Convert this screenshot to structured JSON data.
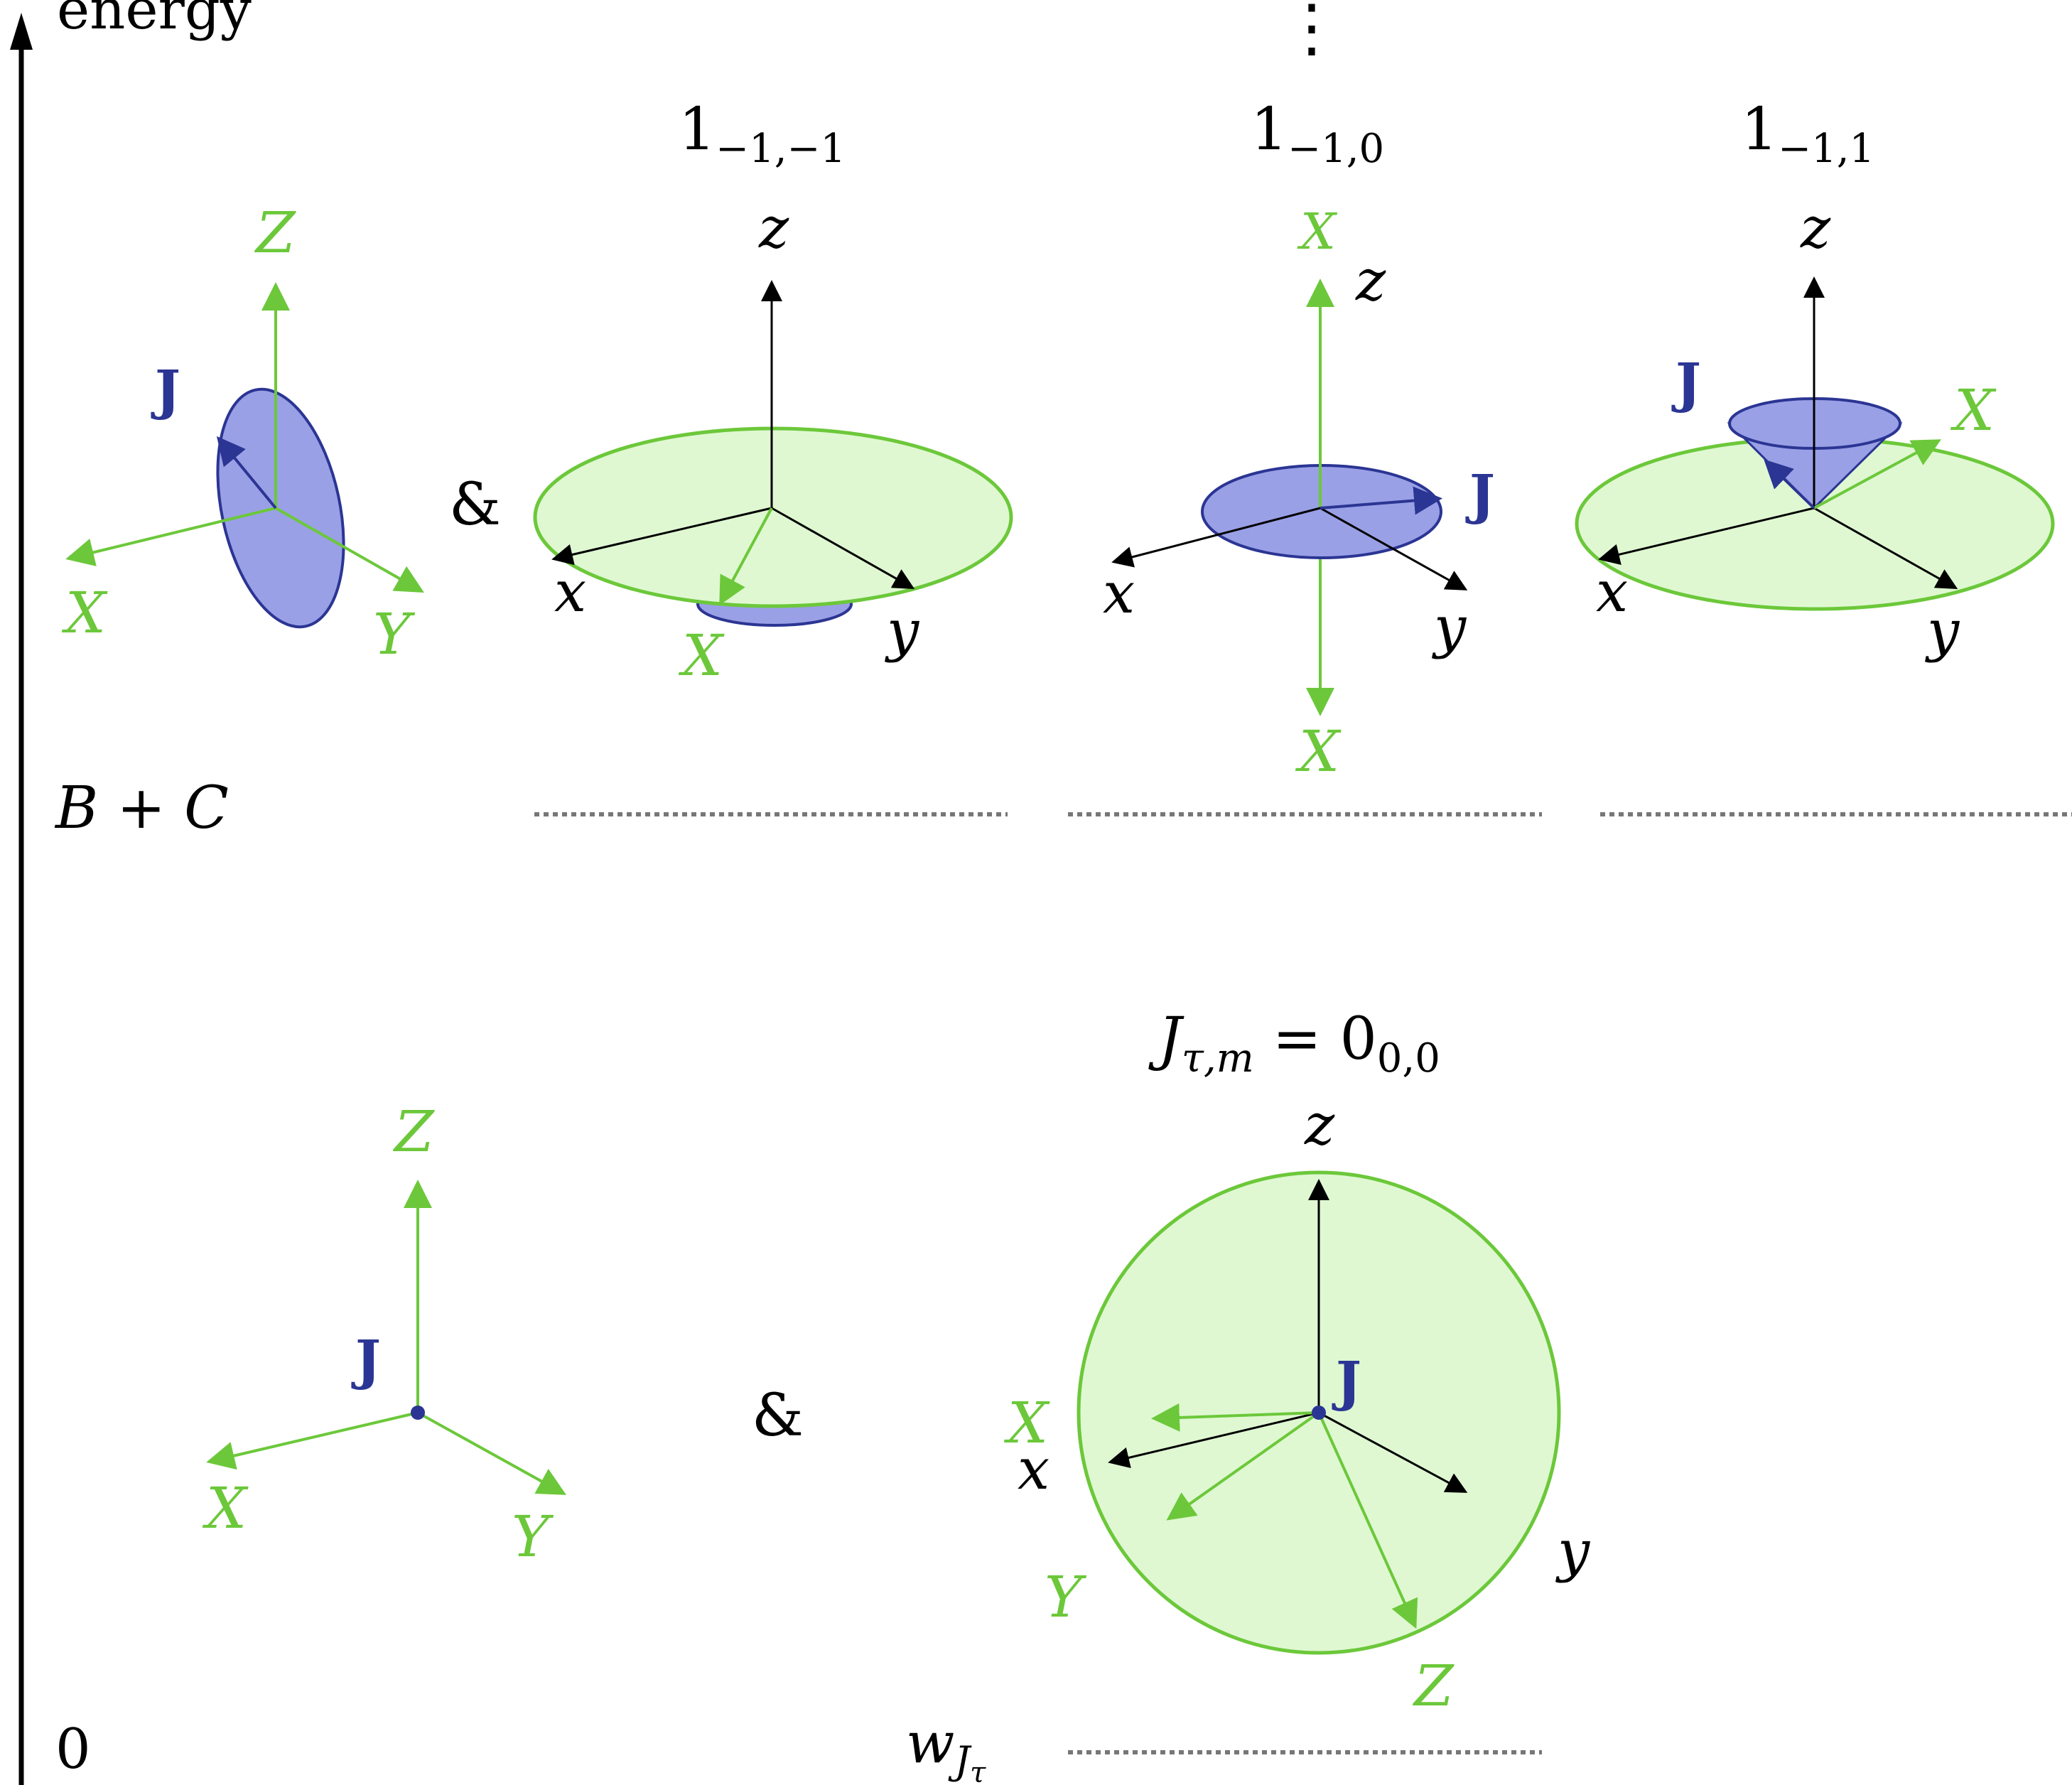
{
  "colors": {
    "green": "#6cc83a",
    "green_fill": "#dff8d2",
    "blue": "#2b3593",
    "blue_fill": "#9aa0e6",
    "black": "#000000",
    "dotted": "#777777"
  },
  "energy_axis": {
    "label": "energy",
    "level_upper": "B + C",
    "level_zero": "0",
    "vdots": "⋮"
  },
  "operators": {
    "and_top": "&",
    "and_bottom": "&"
  },
  "states": {
    "s1": {
      "main": "1",
      "sub": "−1,−1"
    },
    "s2": {
      "main": "1",
      "sub": "−1,0"
    },
    "s3": {
      "main": "1",
      "sub": "−1,1"
    },
    "ground": {
      "main": "J",
      "sub1": "τ,m",
      "eq": " = 0",
      "sub2": "0,0"
    }
  },
  "ground_weight": {
    "main": "w",
    "sub": "J",
    "subsub": "τ"
  },
  "labels": {
    "X": "X",
    "Y": "Y",
    "Z": "Z",
    "x": "x",
    "y": "y",
    "z": "z",
    "J": "J"
  }
}
